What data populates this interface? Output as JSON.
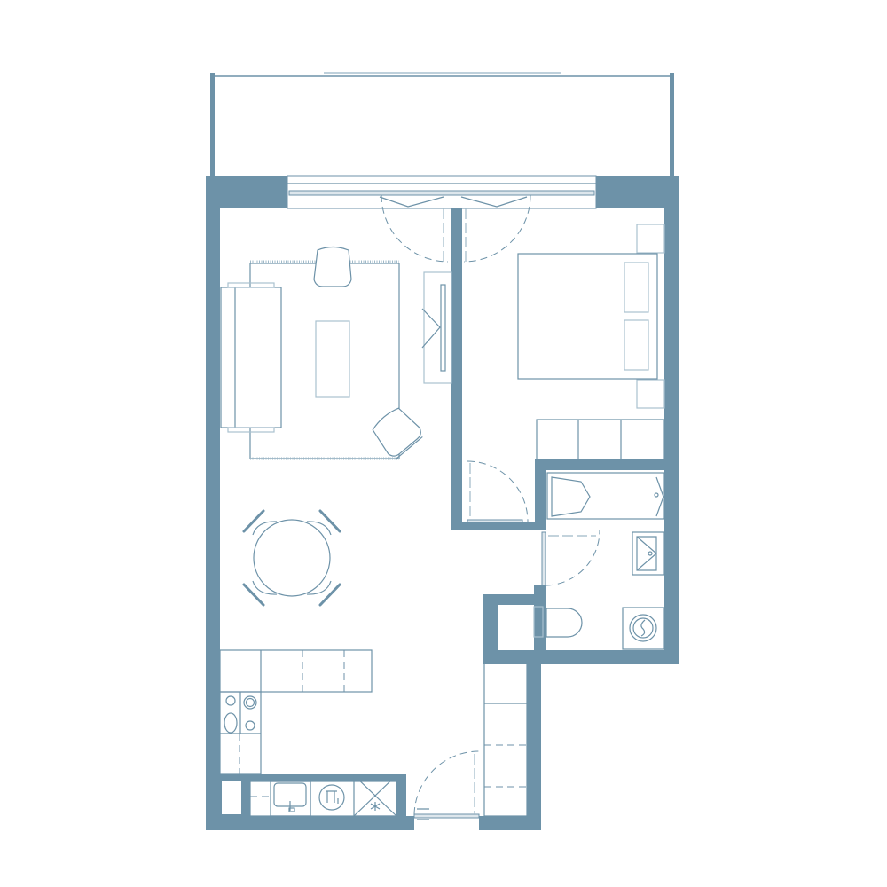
{
  "plan": {
    "type": "apartment-floor-plan",
    "colors": {
      "wall": "#6d92a8",
      "line": "#6d92a8",
      "light_line": "#a9c1cf",
      "background": "#ffffff"
    },
    "rooms": [
      {
        "id": "balcony",
        "label": ""
      },
      {
        "id": "living-room",
        "label": ""
      },
      {
        "id": "bedroom",
        "label": ""
      },
      {
        "id": "bathroom",
        "label": ""
      },
      {
        "id": "kitchen",
        "label": ""
      },
      {
        "id": "hallway",
        "label": ""
      },
      {
        "id": "storage",
        "label": ""
      }
    ],
    "furniture": [
      "sofa",
      "coffee-table",
      "armchair-top",
      "armchair-corner",
      "rug",
      "tv-unit",
      "double-bed",
      "pillow",
      "pillow",
      "nightstand",
      "nightstand",
      "wardrobe",
      "dining-table",
      "dining-chair",
      "dining-chair",
      "dining-chair",
      "dining-chair",
      "kitchen-cabinets",
      "cooktop",
      "kitchen-sink",
      "dishwasher",
      "fridge",
      "bathtub",
      "washbasin",
      "toilet",
      "washing-machine",
      "hall-wardrobe"
    ],
    "doors": [
      "balcony-door-left",
      "balcony-door-right",
      "bedroom-door",
      "bathroom-door",
      "entrance-door"
    ]
  }
}
